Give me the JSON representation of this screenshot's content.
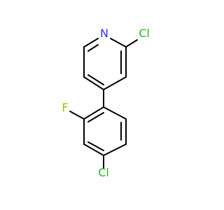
{
  "colors": {
    "background": "#ffffff",
    "bond": "#000000",
    "nitrogen": "#3333ff",
    "chlorine": "#22bb22",
    "fluorine": "#b3b300"
  },
  "atoms": {
    "nitrogen": "N",
    "chlorine_top": "Cl",
    "fluorine": "F",
    "chlorine_bottom": "Cl"
  }
}
